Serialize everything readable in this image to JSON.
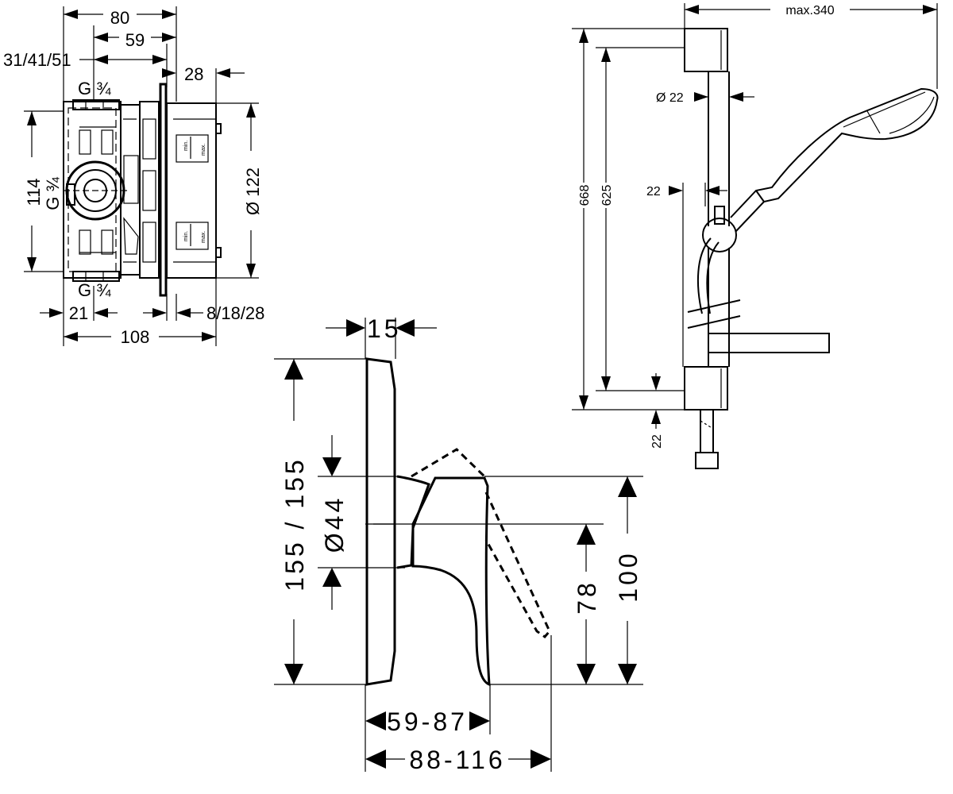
{
  "box_view": {
    "dim_80": "80",
    "dim_59": "59",
    "dim_31_41_51": "31/41/51",
    "dim_28": "28",
    "dim_114": "114",
    "dim_122": "Ø 122",
    "dim_21": "21",
    "dim_8_18_28": "8/18/28",
    "dim_108": "108",
    "thread_top": "G ¾",
    "thread_left": "G ¾",
    "thread_bottom": "G ¾",
    "min_label": "min.",
    "max_label": "max."
  },
  "mixer_view": {
    "dim_15": "15",
    "dim_155": "155 / 155",
    "dim_44": "Ø44",
    "dim_78": "78",
    "dim_100": "100",
    "dim_59_87": "59-87",
    "dim_88_116": "88-116"
  },
  "rail_view": {
    "dim_max340": "max.340",
    "dim_d22": "Ø 22",
    "dim_668": "668",
    "dim_625": "625",
    "dim_22_mid": "22",
    "dim_22_bottom": "22"
  }
}
